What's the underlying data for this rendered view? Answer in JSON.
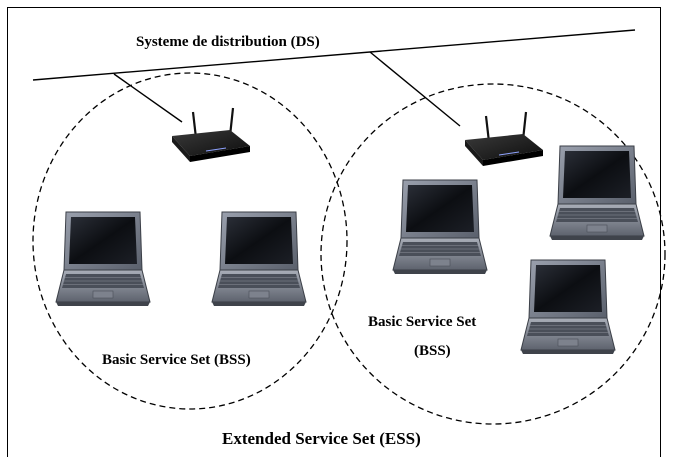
{
  "labels": {
    "ds": "Systeme de distribution (DS)",
    "bss_left": "Basic Service Set (BSS)",
    "bss_right_line1": "Basic Service Set",
    "bss_right_line2": "(BSS)",
    "ess": "Extended Service Set (ESS)"
  },
  "devices": {
    "access_points": [
      "access-point-left",
      "access-point-right"
    ],
    "laptops": [
      "laptop-1",
      "laptop-2",
      "laptop-3",
      "laptop-4",
      "laptop-5"
    ]
  }
}
